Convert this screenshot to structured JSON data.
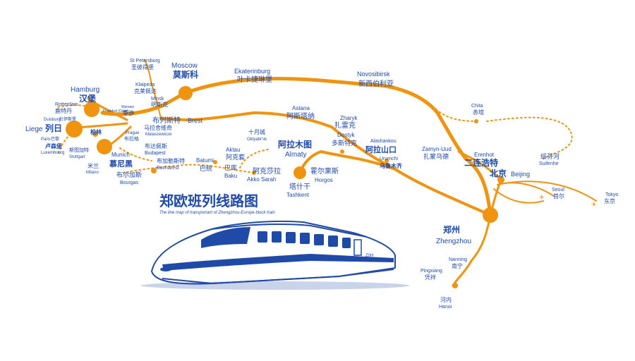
{
  "title": {
    "cn": "郑欧班列线路图",
    "en": "The line map of transportant of Zhengzhou-Europe block train"
  },
  "train": {
    "badge": "Z0H"
  },
  "cities": {
    "stpetersburg": {
      "en": "St Petersburg",
      "cn": "圣彼得堡"
    },
    "moscow": {
      "en": "Moscow",
      "cn": "莫斯科"
    },
    "ekaterinburg": {
      "en": "Ekaterinburg",
      "cn": "叶卡捷琳堡"
    },
    "novosibirsk": {
      "en": "Novosibirsk",
      "cn": "新西伯利亚"
    },
    "chita": {
      "en": "Chita",
      "cn": "赤塔"
    },
    "hamburg": {
      "en": "Hamburg",
      "cn": "汉堡"
    },
    "klaipeda": {
      "en": "Klaipeda",
      "cn": "克莱佩达"
    },
    "minsk": {
      "en": "Minsk",
      "cn": "明斯克"
    },
    "rotterdam": {
      "en": "Rotterdam",
      "cn": "鹿特丹"
    },
    "duisburg": {
      "en": "Duisburg",
      "cn": "杜伊斯堡"
    },
    "liege": {
      "en": "Liege",
      "cn": "列日"
    },
    "paris": {
      "en": "Paris",
      "cn": "巴黎"
    },
    "luxembourg": {
      "en": "Luxembourg",
      "cn": "卢森堡"
    },
    "frankfurt": {
      "en": "Frankfurt (Oder)",
      "cn": ""
    },
    "warsaw": {
      "en": "Warsaw",
      "cn": "华沙"
    },
    "berlin": {
      "en": "",
      "cn": "柏林"
    },
    "prague": {
      "en": "Prague",
      "cn": "布拉格"
    },
    "brest": {
      "en": "Brest",
      "cn": "布列斯特"
    },
    "malaszewicze": {
      "en": "Malaszewicze",
      "cn": "马拉舍维奇"
    },
    "stuttgart": {
      "en": "Stuttgart",
      "cn": "斯图加特"
    },
    "milano": {
      "en": "Milano",
      "cn": "米兰"
    },
    "munich": {
      "en": "Munich",
      "cn": "慕尼黑"
    },
    "budapest": {
      "en": "Budapest",
      "cn": "布达佩斯"
    },
    "bucharest": {
      "en": "Bucharest",
      "cn": "布加勒斯特"
    },
    "bourgas": {
      "en": "Bourgas",
      "cn": "布尔加斯"
    },
    "batumi": {
      "en": "Batumi",
      "cn": "巴统"
    },
    "aktau": {
      "en": "Aktau",
      "cn": "阿克套"
    },
    "baku": {
      "en": "Baku",
      "cn": "巴库"
    },
    "oktyabrsk": {
      "en": "Oktyabr'sk",
      "cn": "十月城"
    },
    "astana": {
      "en": "Astana",
      "cn": "阿斯塔纳"
    },
    "zharyk": {
      "en": "Zharyk",
      "cn": "扎雷克"
    },
    "almaty": {
      "en": "Almaty",
      "cn": "阿拉木图"
    },
    "dostyk": {
      "en": "Dostyk",
      "cn": "多斯特克"
    },
    "alashankou": {
      "en": "Alashankou",
      "cn": "阿拉山口"
    },
    "urumchi": {
      "en": "Urumchi",
      "cn": "乌鲁木齐"
    },
    "akkosarah": {
      "en": "Akko Sarah",
      "cn": "阿克莎拉"
    },
    "tashkent": {
      "en": "Tashkent",
      "cn": "塔什干"
    },
    "horgos": {
      "en": "Horgos",
      "cn": "霍尔果斯"
    },
    "zamynuud": {
      "en": "Zamyn-Uud",
      "cn": "扎蒙乌德"
    },
    "erenhot": {
      "en": "Erenhot",
      "cn": "二连浩特"
    },
    "beijing": {
      "en": "Beijing",
      "cn": "北京"
    },
    "suifenhe": {
      "en": "Suifenhe",
      "cn": "绥芬河"
    },
    "seoul": {
      "en": "Seoul",
      "cn": "首尔"
    },
    "tokyo": {
      "en": "Tokyo",
      "cn": "东京"
    },
    "zhengzhou": {
      "en": "Zhengzhou",
      "cn": "郑州"
    },
    "nanning": {
      "en": "Nanning",
      "cn": "南宁"
    },
    "pingxiang": {
      "en": "Pingxiang",
      "cn": "凭祥"
    },
    "hanoi": {
      "en": "Hanoi",
      "cn": "河内"
    }
  },
  "colors": {
    "route": "#f0930f",
    "text": "#1f4aa8"
  }
}
